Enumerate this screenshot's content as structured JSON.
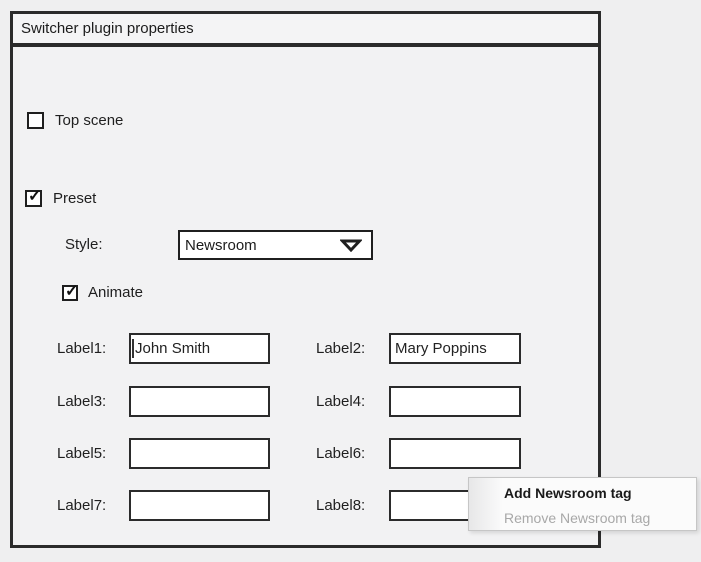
{
  "window": {
    "title": "Switcher plugin properties"
  },
  "controls": {
    "top_scene": {
      "label": "Top scene",
      "checked": false
    },
    "preset": {
      "label": "Preset",
      "checked": true
    },
    "style": {
      "label": "Style:",
      "value": "Newsroom"
    },
    "animate": {
      "label": "Animate",
      "checked": true
    }
  },
  "fields": [
    {
      "label": "Label1:",
      "value": "John Smith"
    },
    {
      "label": "Label2:",
      "value": "Mary Poppins"
    },
    {
      "label": "Label3:",
      "value": ""
    },
    {
      "label": "Label4:",
      "value": ""
    },
    {
      "label": "Label5:",
      "value": ""
    },
    {
      "label": "Label6:",
      "value": ""
    },
    {
      "label": "Label7:",
      "value": ""
    },
    {
      "label": "Label8:",
      "value": ""
    }
  ],
  "context_menu": {
    "items": [
      {
        "label": "Add Newsroom tag",
        "enabled": true
      },
      {
        "label": "Remove Newsroom tag",
        "enabled": false
      }
    ]
  },
  "icons": {
    "check": "✓"
  },
  "colors": {
    "border_dark": "#2b2b2b",
    "dialog_bg": "#f2f2f3",
    "page_bg": "#efeff0",
    "menu_bg": "#fbfbfb",
    "menu_border": "#c6c6c6",
    "disabled_text": "#a8a8a8",
    "text": "#1f1f1f"
  }
}
